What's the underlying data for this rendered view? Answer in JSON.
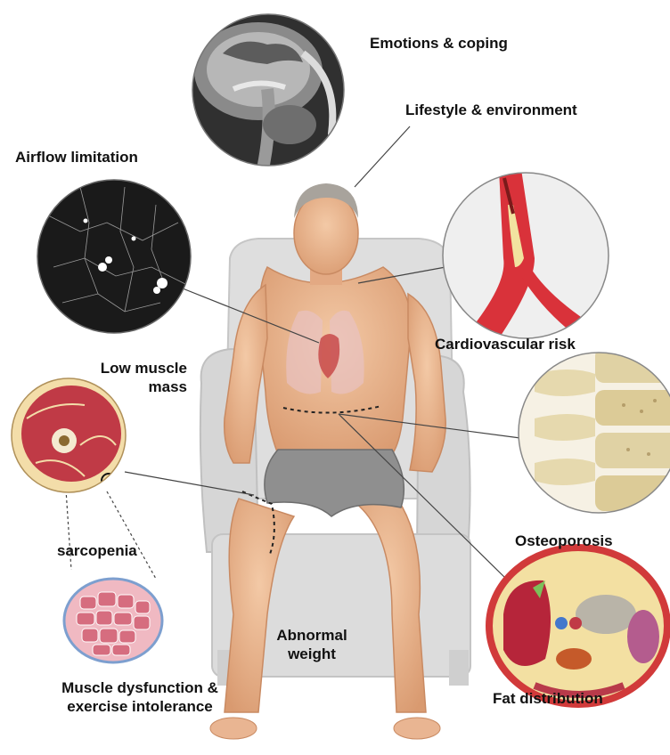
{
  "labels": {
    "emotions": "Emotions & coping",
    "lifestyle": "Lifestyle & environment",
    "airflow": "Airflow limitation",
    "cardio": "Cardiovascular risk",
    "low_muscle_line1": "Low muscle",
    "low_muscle_line2": "mass",
    "osteoporosis": "Osteoporosis",
    "sarcopenia": "sarcopenia",
    "abnormal_line1": "Abnormal",
    "abnormal_line2": "weight",
    "muscle_dys_line1": "Muscle dysfunction &",
    "muscle_dys_line2": "exercise intolerance",
    "fat": "Fat distribution"
  },
  "colors": {
    "skin": "#eab58f",
    "skin_shadow": "#d89a72",
    "chair": "#d9d9d9",
    "chair_shadow": "#bdbdbd",
    "shorts": "#8f8f8f",
    "muscle_red": "#c03a46",
    "artery_red": "#d9323a",
    "bone": "#e8dcb0",
    "line": "#333333"
  },
  "illustrations": {
    "brain": "brain-mri-icon",
    "lung": "lung-ct-icon",
    "artery": "artery-plaque-icon",
    "spine": "spine-vertebrae-icon",
    "thigh": "thigh-cross-section-icon",
    "fibers": "muscle-fibers-icon",
    "abdomen": "abdomen-cross-section-icon"
  }
}
